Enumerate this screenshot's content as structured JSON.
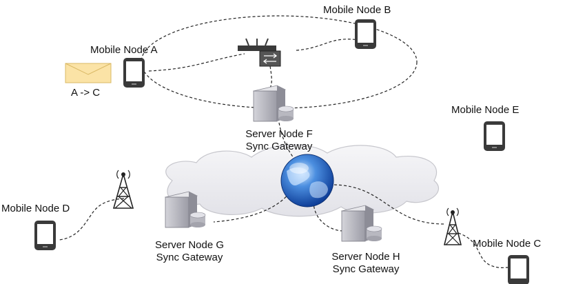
{
  "nodes": {
    "mobile_a": {
      "label": "Mobile Node A"
    },
    "mobile_b": {
      "label": "Mobile Node B"
    },
    "mobile_c": {
      "label": "Mobile Node C"
    },
    "mobile_d": {
      "label": "Mobile Node D"
    },
    "mobile_e": {
      "label": "Mobile Node E"
    },
    "server_f": {
      "label_line1": "Server Node F",
      "label_line2": "Sync Gateway"
    },
    "server_g": {
      "label_line1": "Server Node G",
      "label_line2": "Sync Gateway"
    },
    "server_h": {
      "label_line1": "Server Node H",
      "label_line2": "Sync Gateway"
    }
  },
  "message": {
    "label": "A -> C"
  },
  "icons": [
    "envelope-icon",
    "phone-icon",
    "router-icon",
    "server-icon",
    "globe-icon",
    "cell-tower-icon",
    "cloud-shape"
  ],
  "colors": {
    "envelope": "#fbe3a6",
    "phone": "#3a3a3a",
    "server": "#b0b0b8",
    "globe": "#2b6fd6",
    "cloud": "#e9e9ee"
  }
}
